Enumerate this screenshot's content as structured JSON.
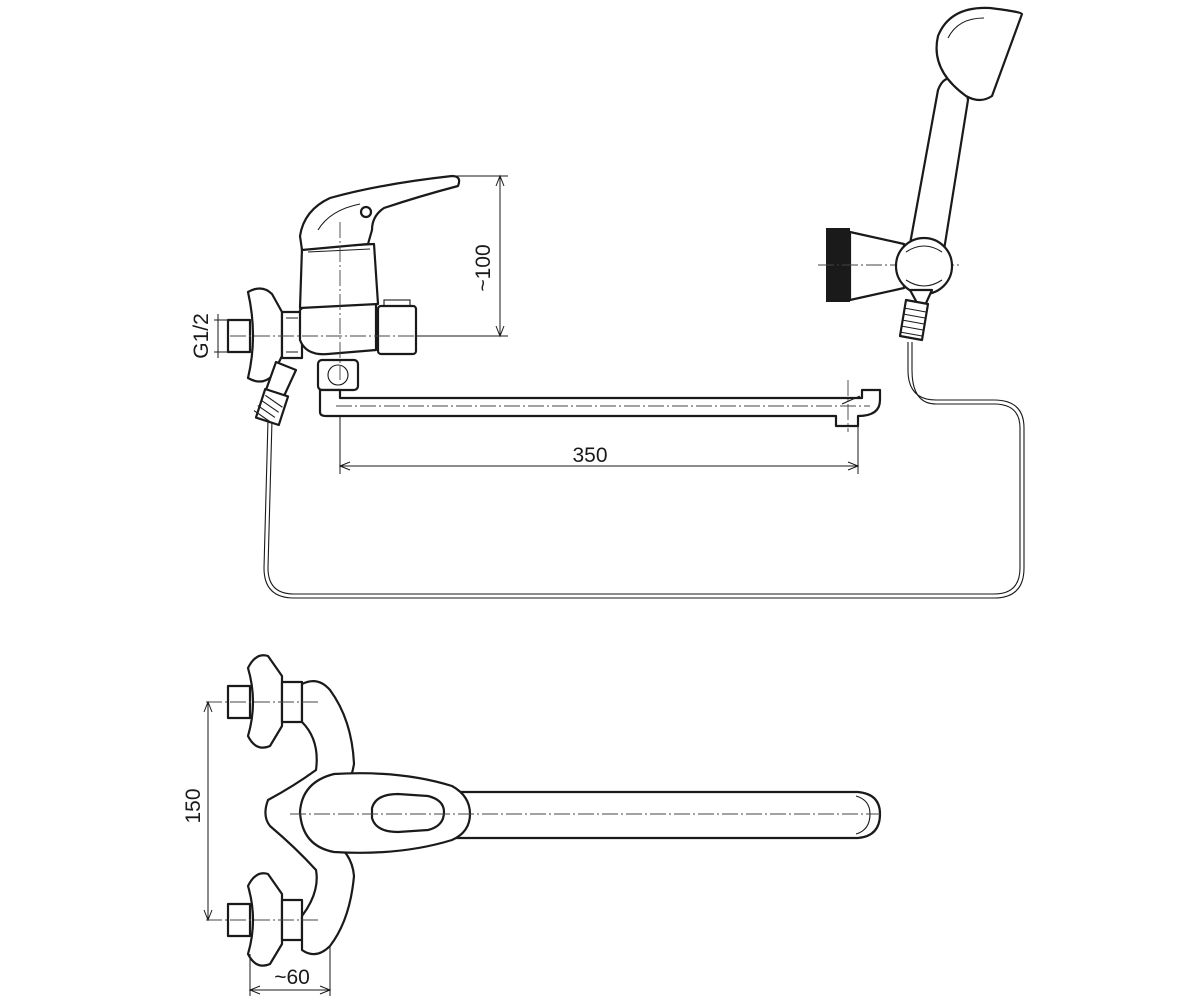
{
  "dimensions": {
    "connection_thread": "G1/2",
    "height": "~100",
    "spout_length": "350",
    "inlet_spacing": "150",
    "wall_offset": "~60"
  },
  "colors": {
    "line": "#1a1a1a",
    "background": "#ffffff"
  }
}
